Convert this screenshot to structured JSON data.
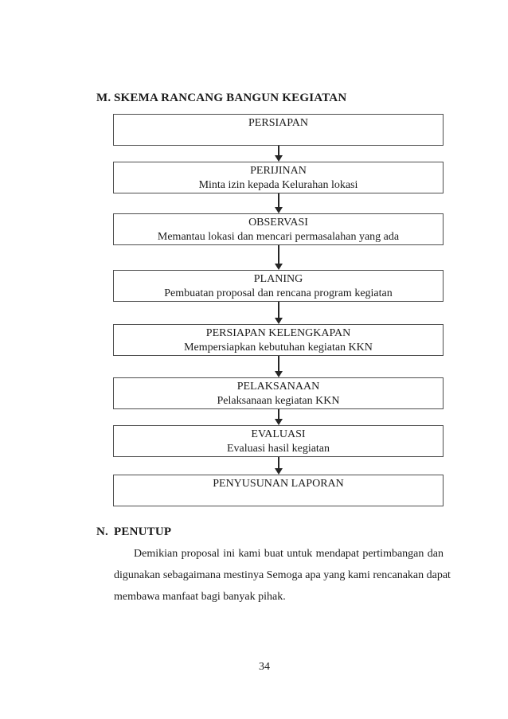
{
  "colors": {
    "text": "#1b1b1b",
    "box_border": "#4e4e4e",
    "arrow": "#262626"
  },
  "section_m": {
    "marker": "M.",
    "title": "SKEMA RANCANG BANGUN KEGIATAN"
  },
  "flowchart": {
    "steps": [
      {
        "title": "PERSIAPAN",
        "subtitle": ""
      },
      {
        "title": "PERIJINAN",
        "subtitle": "Minta izin kepada Kelurahan lokasi"
      },
      {
        "title": "OBSERVASI",
        "subtitle": "Memantau lokasi dan mencari permasalahan yang ada"
      },
      {
        "title": "PLANING",
        "subtitle": "Pembuatan proposal dan rencana program kegiatan"
      },
      {
        "title": "PERSIAPAN KELENGKAPAN",
        "subtitle": "Mempersiapkan kebutuhan kegiatan KKN"
      },
      {
        "title": "PELAKSANAAN",
        "subtitle": "Pelaksanaan kegiatan KKN"
      },
      {
        "title": "EVALUASI",
        "subtitle": "Evaluasi hasil kegiatan"
      },
      {
        "title": "PENYUSUNAN LAPORAN",
        "subtitle": ""
      }
    ]
  },
  "section_n": {
    "marker": "N.",
    "title": "PENUTUP",
    "paragraph": "Demikian proposal ini kami buat untuk mendapat pertimbangan dan digunakan sebagaimana mestinya Semoga apa yang kami rencanakan dapat membawa manfaat bagi banyak pihak.",
    "paragraph_lines": [
      "Demikian proposal ini kami buat untuk mendapat pertimbangan dan",
      "digunakan sebagaimana mestinya Semoga apa yang kami rencanakan dapat",
      "membawa manfaat bagi banyak pihak."
    ]
  },
  "page": {
    "number": "34"
  }
}
